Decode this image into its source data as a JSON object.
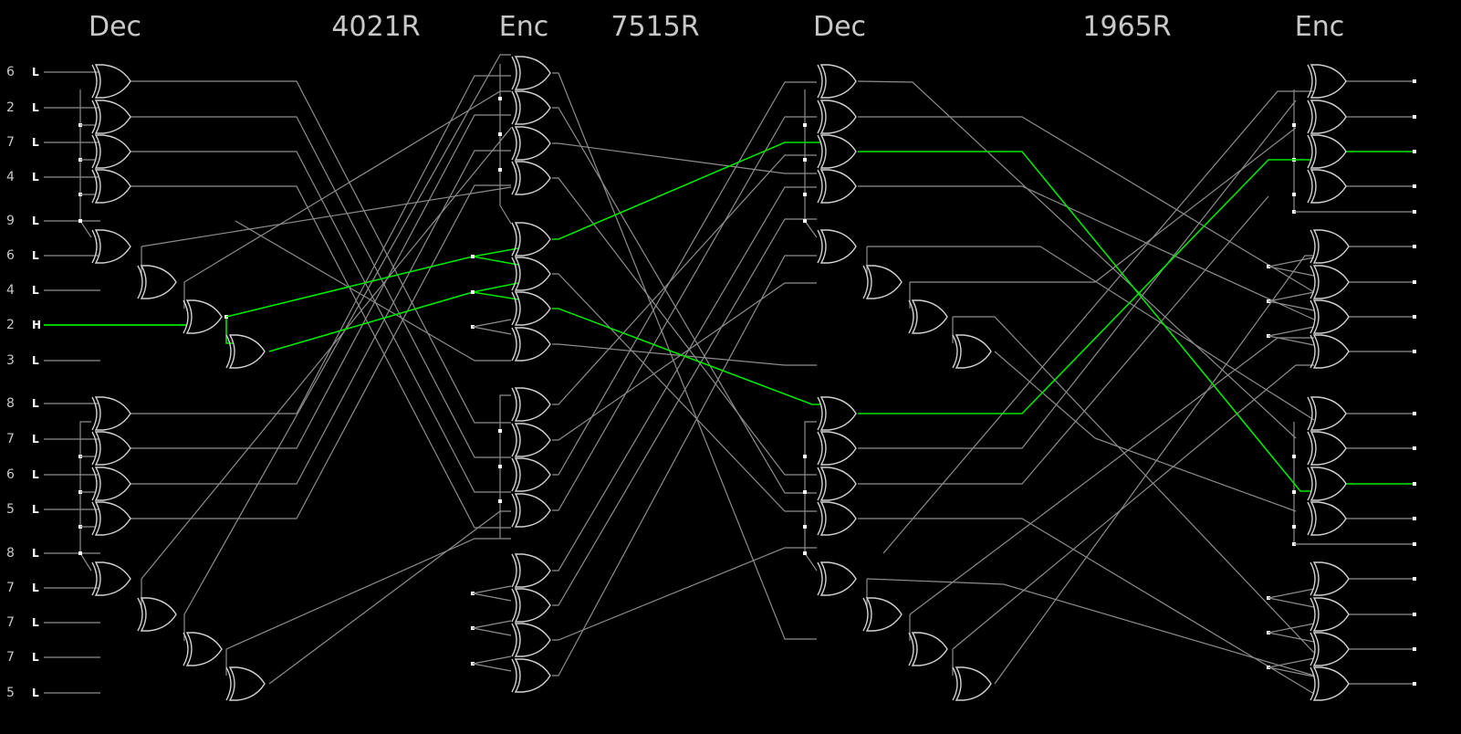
{
  "headers": [
    "Dec",
    "4021R",
    "Enc",
    "7515R",
    "Dec",
    "1965R",
    "Enc"
  ],
  "inputs": [
    {
      "digit": "6",
      "state": "L"
    },
    {
      "digit": "2",
      "state": "L"
    },
    {
      "digit": "7",
      "state": "L"
    },
    {
      "digit": "4",
      "state": "L"
    },
    {
      "digit": "9",
      "state": "L"
    },
    {
      "digit": "6",
      "state": "L"
    },
    {
      "digit": "4",
      "state": "L"
    },
    {
      "digit": "2",
      "state": "H"
    },
    {
      "digit": "3",
      "state": "L"
    },
    {
      "digit": "8",
      "state": "L"
    },
    {
      "digit": "7",
      "state": "L"
    },
    {
      "digit": "6",
      "state": "L"
    },
    {
      "digit": "5",
      "state": "L"
    },
    {
      "digit": "8",
      "state": "L"
    },
    {
      "digit": "7",
      "state": "L"
    },
    {
      "digit": "7",
      "state": "L"
    },
    {
      "digit": "7",
      "state": "L"
    },
    {
      "digit": "5",
      "state": "L"
    }
  ],
  "colors": {
    "wire": "#8c8c8c",
    "active": "#00e600",
    "gate": "#d0d0d0",
    "background": "#000000"
  }
}
